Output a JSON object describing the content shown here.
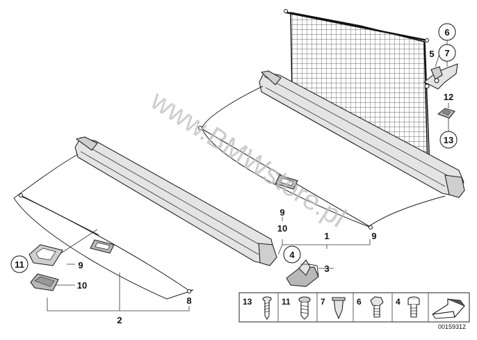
{
  "callouts": {
    "c1": "1",
    "c2": "2",
    "c3": "3",
    "c4": "4",
    "c5": "5",
    "c6": "6",
    "c7": "7",
    "c8": "8",
    "c9a": "9",
    "c9b": "9",
    "c9c": "9",
    "c10a": "10",
    "c10b": "10",
    "c11": "11",
    "c12": "12",
    "c13": "13"
  },
  "legend": {
    "items": [
      {
        "number": "13",
        "icon": "screw-icon"
      },
      {
        "number": "11",
        "icon": "expanding-rivet-icon"
      },
      {
        "number": "7",
        "icon": "spreading-nut-icon"
      },
      {
        "number": "6",
        "icon": "hex-bolt-icon"
      },
      {
        "number": "4",
        "icon": "socket-screw-icon"
      }
    ],
    "arrow_icon": "direction-arrow-icon"
  },
  "watermark": "www.BMWstore.pl",
  "diagram_id": "00159312"
}
